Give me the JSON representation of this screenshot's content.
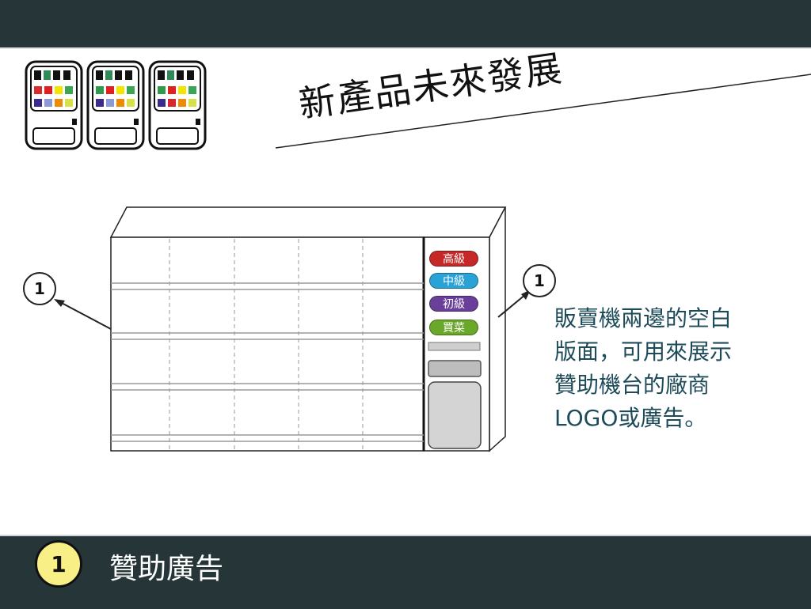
{
  "title": "新產品未來發展",
  "description": {
    "lines": [
      "販賣機兩邊的空白",
      "版面，可用來展示",
      "贊助機台的廠商",
      "LOGO或廣告。"
    ]
  },
  "callouts": {
    "left": "1",
    "right": "1"
  },
  "machine_buttons": [
    {
      "label": "高級",
      "color": "#c62828"
    },
    {
      "label": "中級",
      "color": "#29a3d6"
    },
    {
      "label": "初級",
      "color": "#6a3f9a"
    },
    {
      "label": "買菜",
      "color": "#6aa82a"
    }
  ],
  "footer": {
    "badge": "1",
    "text": "贊助廣告"
  },
  "colors": {
    "bar": "#263638",
    "description_text": "#1e4b5a",
    "badge_fill": "#f8f087"
  }
}
